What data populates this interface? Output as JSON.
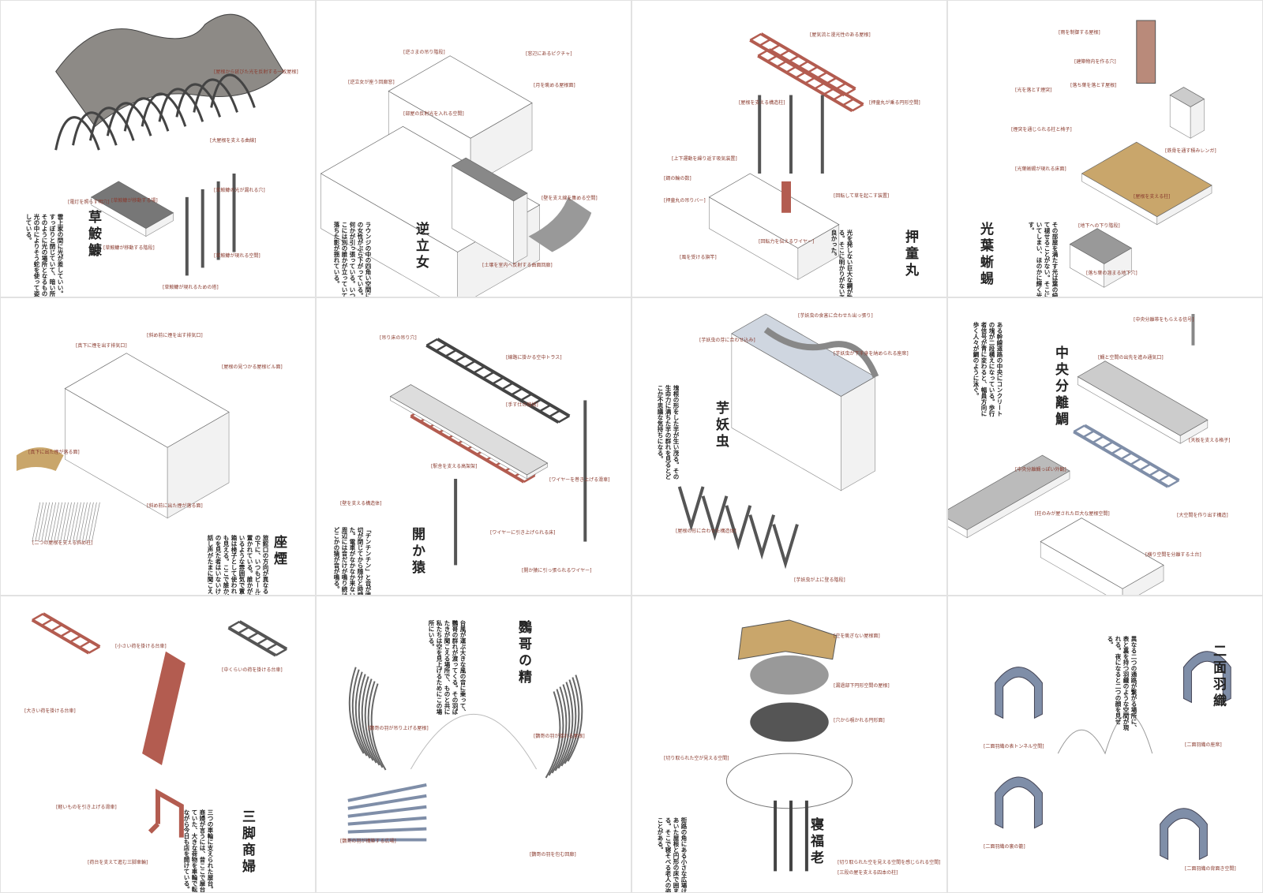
{
  "colors": {
    "accent_red": "#b35c50",
    "stone": "#8d8a86",
    "tan": "#c9a66b",
    "blue": "#7f8ea8",
    "line": "#777777"
  },
  "panels": [
    {
      "title": "草鮟鱇",
      "description": "雲上家の間に光が差していい。空がすっぽりと閉じていて、暗い所ではそのように光の場所となるものが、光の中によりそう蛇を使って姿を現している。",
      "labels": [
        "[屋根から延びた光を反射する一枚屋根]",
        "[大屋根を支える曲線]",
        "[草鮟鱇が移動する場]",
        "[電灯を照らす明穴]",
        "[草鮟鱇の光が漏れる穴]",
        "[草鮟鱇が移動する階段]",
        "[草鮟鱇が現れる空間]",
        "[草鮟鱇が現れるための塔]"
      ]
    },
    {
      "title": "逆立女",
      "description": "ラウンジの中の四角い空間に逆さまの女性がぶら下がっている。足首を何かが引っ張っている。いつしかそこには別の誰かが立っていて、床に落ちた影が揺れている。",
      "labels": [
        "[逆さまの吊り階段]",
        "[窓辺にあるピクチャ]",
        "[逆立女が座う回廊窓]",
        "[月を眺める屋根面]",
        "[部屋の反射光を入れる空間]",
        "[壁を支え線を集める空間]",
        "[土壌を室内へ反射する曲面回廊]"
      ]
    },
    {
      "title": "押童丸",
      "description": "光を発しない巨大な鋼が動いている。そこに明かりがない者は歩命が良かった。",
      "labels": [
        "[屋気流と漫光性のある屋根]",
        "[屋根を支える構造柱]",
        "[押童丸が乗る円形空間]",
        "[上下運動を繰り返す吸気装置]",
        "[鋼の輪の数]",
        "[押童丸の吊りバー]",
        "[回転して草を起こす装置]",
        "[回転力を伝えるワイヤー]",
        "[風を受ける旗竿]"
      ]
    },
    {
      "title": "光葉蜥蜴",
      "description": "その部屋を満たす光は葉の緑を含めて褪せることがない。そこに住み着いてしまい、ほのかに輝く光葉を残す。",
      "labels": [
        "[雨を制御する屋根]",
        "[建築物内を作る穴]",
        "[落ち葉を落とす屋根]",
        "[光を落とす煙突]",
        "[煙突を通じられる柱と椅子]",
        "[鉄骨を通す積みレンガ]",
        "[光葉蜥蜴が現れる床面]",
        "[屋根を支える柱]",
        "[地下への下り階段]",
        "[落ち葉の溜まる地下穴]"
      ]
    },
    {
      "title": "座煙",
      "description": "旅館口の方向が異なる二つの排気口の下に、いつもビール箱が無造作に置かれている。誰かが座って話しているような雰囲気で置かれたビール箱は椅子として使われていたようにも見える。ここで誰かが座っているのを見た者はいないけれど、二人の話し声がたまに聞こえてくる。",
      "labels": [
        "[真下に煙を出す排気口]",
        "[斜め前に煙を出す排気口]",
        "[屋根の見つかる屋根ビル面]",
        "[真下に出た煙が落る面]",
        "[斜め前に出た煙が落る面]",
        "[二つの屋根を支える斜め柱]"
      ]
    },
    {
      "title": "開か猿",
      "description": "「チンチンチン」と音が鳴って、踏切が閉じてから随分と時間が経過した。電車がなかなか来ないままに、周辺には音だけが鳴り続けている。どこかの猿が音が鳴る。",
      "labels": [
        "[吊り床の吊り穴]",
        "[線路に掛かる空中トラス]",
        "[駅舎を支える高架架]",
        "[手す仕の機械]",
        "[ワイヤーを巻き上げる滑車]",
        "[ワイヤーに引き上げられる床]",
        "[壁を支える構造体]",
        "[開か猿に引っ張られるワイヤー]"
      ]
    },
    {
      "title": "芋妖虫",
      "description": "塊根の形をした芋が生い茂る。その生命力に満ちた芋の群れを見るとどこか不思議な気持ちになる。",
      "labels": [
        "[芋妖虫の食害に合わせた出っ張り]",
        "[芋妖虫の芽に合わせ込み]",
        "[芋妖虫が下半身を納められる座席]",
        "[屋根の形に合わせた構造体]",
        "[芋妖虫が上に登る階段]"
      ]
    },
    {
      "title": "中央分離鯛",
      "description": "ある幹線道路の中央にコンクリートの塊が二段構えになっている。歩行者信号が青に変わると、幅員方向に歩く人々が鯛のように泳ぐ。",
      "labels": [
        "[中央分離帯をもらえる信号]",
        "[鯛と空間の出先を進み通気口]",
        "[天板を支える格子]",
        "[中央分離鯛っぽい外観]",
        "[大空間を作り出す構造]",
        "[柱のみが屋された巨大な屋根空間]",
        "[横り空間を分離する土台]"
      ]
    },
    {
      "title": "三脚商婦",
      "description": "三つの車輪に支えられた屋台。その商婦が言うには、昔ここで屋台をしていた、大きな荷物を車輪で転がしながら今日も店を開けている。",
      "labels": [
        "[小さい荷を掛ける台車]",
        "[中くらいの荷を掛ける台車]",
        "[大きい荷を掛ける台車]",
        "[軽いものを引き上げる滑車]",
        "[荷台を支えて進む三脚車輪]"
      ]
    },
    {
      "title": "鸚哥の精",
      "description": "台風が運ぶ大きな風の音に乗って、鸚哥の群れが渡ってくる。その羽ばたきが聞こえる場所で、ものと共に私たちは空を見上げるためにこの場所にいる。",
      "labels": [
        "[鸚哥の羽が吊り上げる屋根]",
        "[鸚哥の羽が揺れる屋根]",
        "[鸚哥の羽が構築する広場]",
        "[鸚哥の羽を包む回廊]"
      ]
    },
    {
      "title": "寝福老",
      "description": "街路の角にある小さな広場は、穴のあいた屋根と円形の床で囲まれている。そこで寝そべる老人の姿を見ることがある。",
      "labels": [
        "[空を眺ぎない屋根面]",
        "[漏過部下円形空間の屋根]",
        "[穴から覗かれる円形面]",
        "[切り取られた空が見える空間]",
        "[切り取られた空を見える空間を感じられる空間]",
        "[三段の屋を支える四本の柱]"
      ]
    },
    {
      "title": "二面羽織",
      "description": "異なる二つの通路が繋がる場所に、表と裏を持つ羽織のような空間が現れる。夜になると二つの顔を見せる。",
      "labels": [
        "[二面羽織の表トンネル空間]",
        "[二面羽織の座席]",
        "[二面羽織の裏の籠]",
        "[二面羽織の背面き空間]"
      ]
    }
  ]
}
